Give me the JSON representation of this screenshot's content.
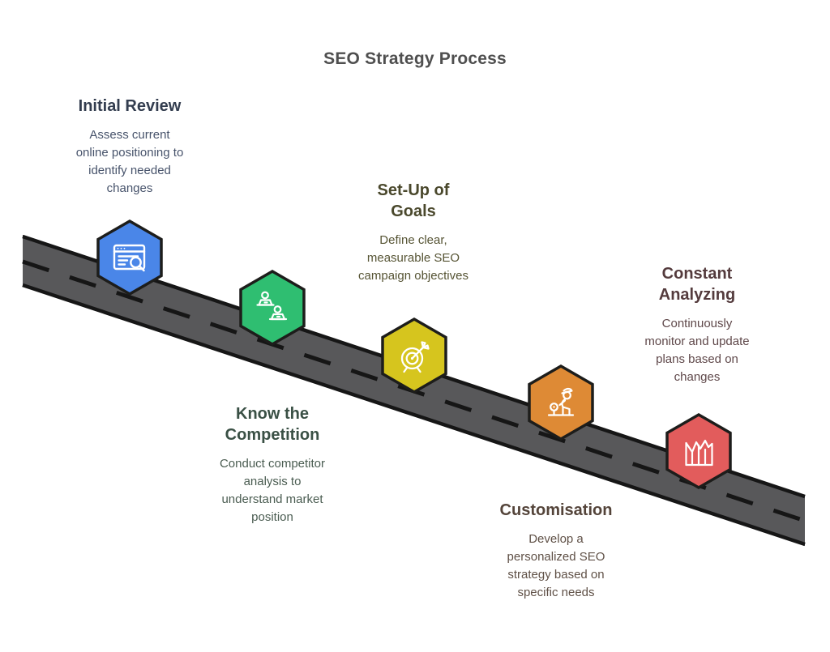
{
  "title": {
    "text": "SEO Strategy Process",
    "color": "#4f4f4f"
  },
  "road": {
    "fill": "#58585a",
    "line_color": "#161616"
  },
  "hexagon": {
    "stroke_color": "#1d1d1b"
  },
  "steps": [
    {
      "id": "initial-review",
      "heading": "Initial Review",
      "description": "Assess current\nonline positioning to\nidentify needed\nchanges",
      "hex_color": "#4a86e8",
      "heading_color": "#333d4f",
      "body_color": "#47536b",
      "icon": "browser-search-icon"
    },
    {
      "id": "know-the-competition",
      "heading": "Know the\nCompetition",
      "description": "Conduct competitor\nanalysis to\nunderstand market\nposition",
      "hex_color": "#2fbe71",
      "heading_color": "#3a5045",
      "body_color": "#4a5c51",
      "icon": "competitor-analysis-icon"
    },
    {
      "id": "set-up-of-goals",
      "heading": "Set-Up of\nGoals",
      "description": "Define clear,\nmeasurable SEO\ncampaign objectives",
      "hex_color": "#d6c51e",
      "heading_color": "#4a482c",
      "body_color": "#565434",
      "icon": "target-goal-icon"
    },
    {
      "id": "customisation",
      "heading": "Customisation",
      "description": "Develop a\npersonalized SEO\nstrategy based on\nspecific needs",
      "hex_color": "#de8a35",
      "heading_color": "#54443a",
      "body_color": "#5f5046",
      "icon": "personalization-icon"
    },
    {
      "id": "constant-analyzing",
      "heading": "Constant\nAnalyzing",
      "description": "Continuously\nmonitor and update\nplans based on\nchanges",
      "hex_color": "#e25c5c",
      "heading_color": "#543b3d",
      "body_color": "#5f484a",
      "icon": "analytics-chart-icon"
    }
  ]
}
